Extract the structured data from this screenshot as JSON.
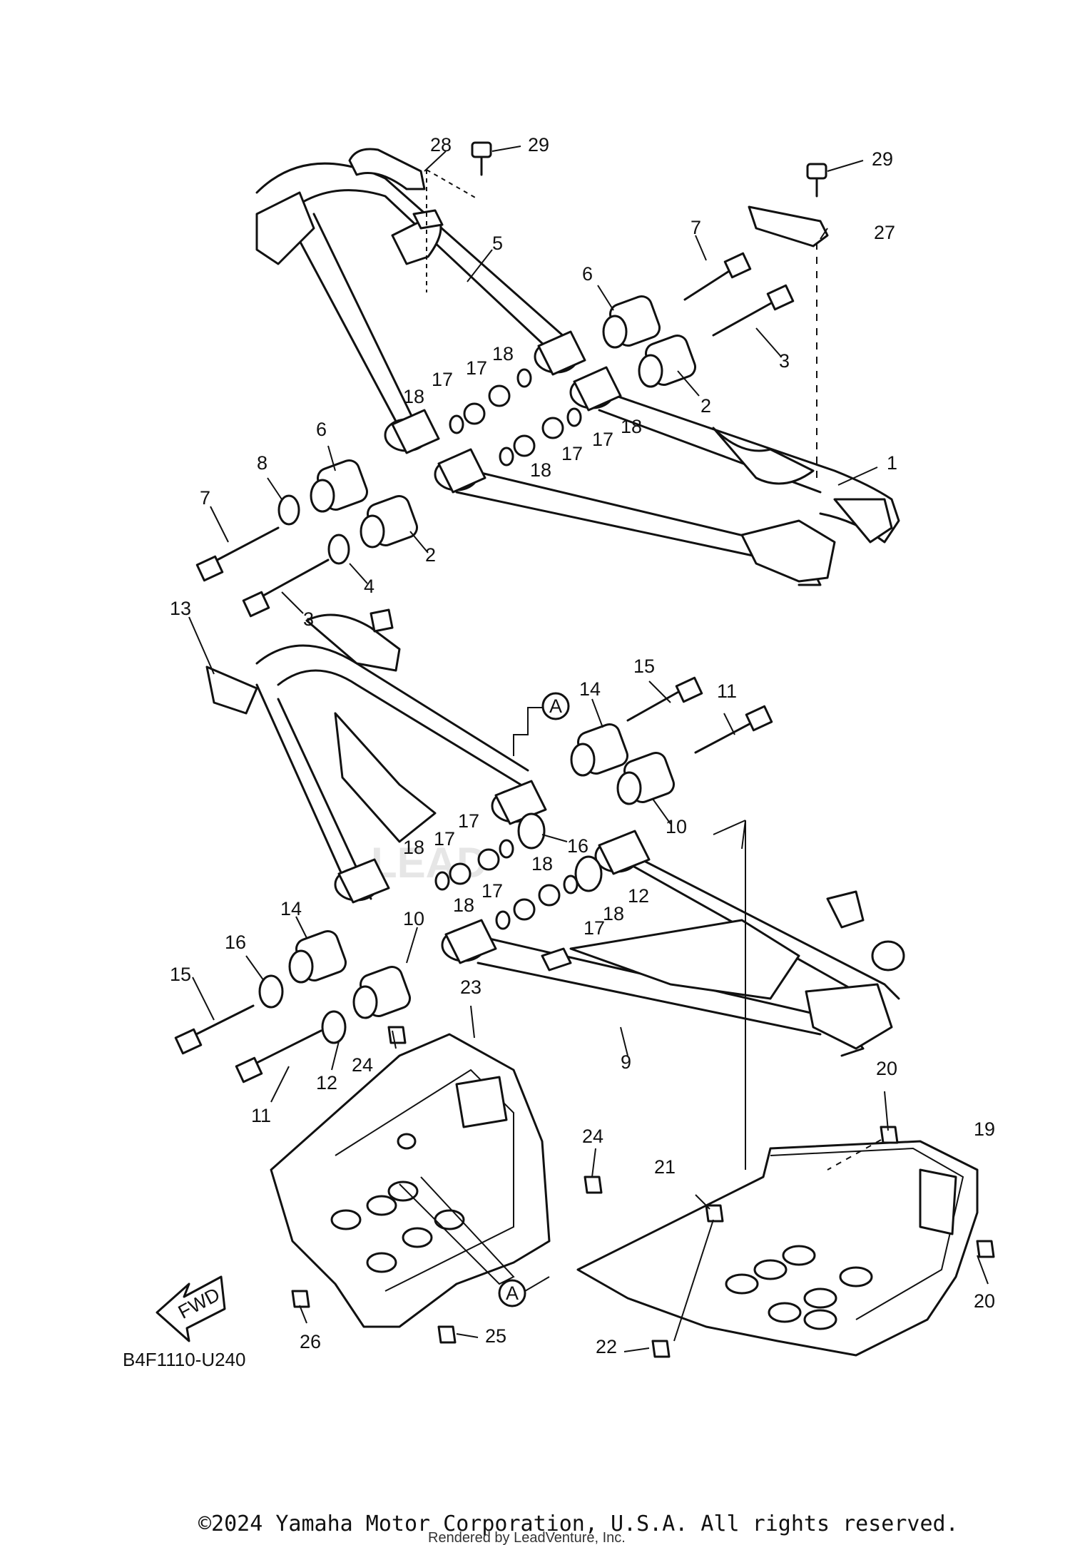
{
  "diagram_code": "B4F1110-U240",
  "fwd_label": "FWD",
  "ref_marker": "A",
  "copyright": "©2024 Yamaha Motor Corporation, U.S.A. All rights reserved.",
  "rendered_by": "Rendered by LeadVenture, Inc.",
  "callouts": [
    "1",
    "2",
    "2",
    "3",
    "3",
    "4",
    "5",
    "6",
    "6",
    "7",
    "7",
    "8",
    "9",
    "10",
    "10",
    "11",
    "11",
    "12",
    "12",
    "13",
    "14",
    "14",
    "15",
    "15",
    "16",
    "16",
    "17",
    "17",
    "17",
    "17",
    "17",
    "17",
    "17",
    "17",
    "18",
    "18",
    "18",
    "18",
    "18",
    "18",
    "18",
    "18",
    "19",
    "20",
    "20",
    "21",
    "22",
    "23",
    "24",
    "24",
    "25",
    "26",
    "27",
    "28",
    "29",
    "29"
  ]
}
